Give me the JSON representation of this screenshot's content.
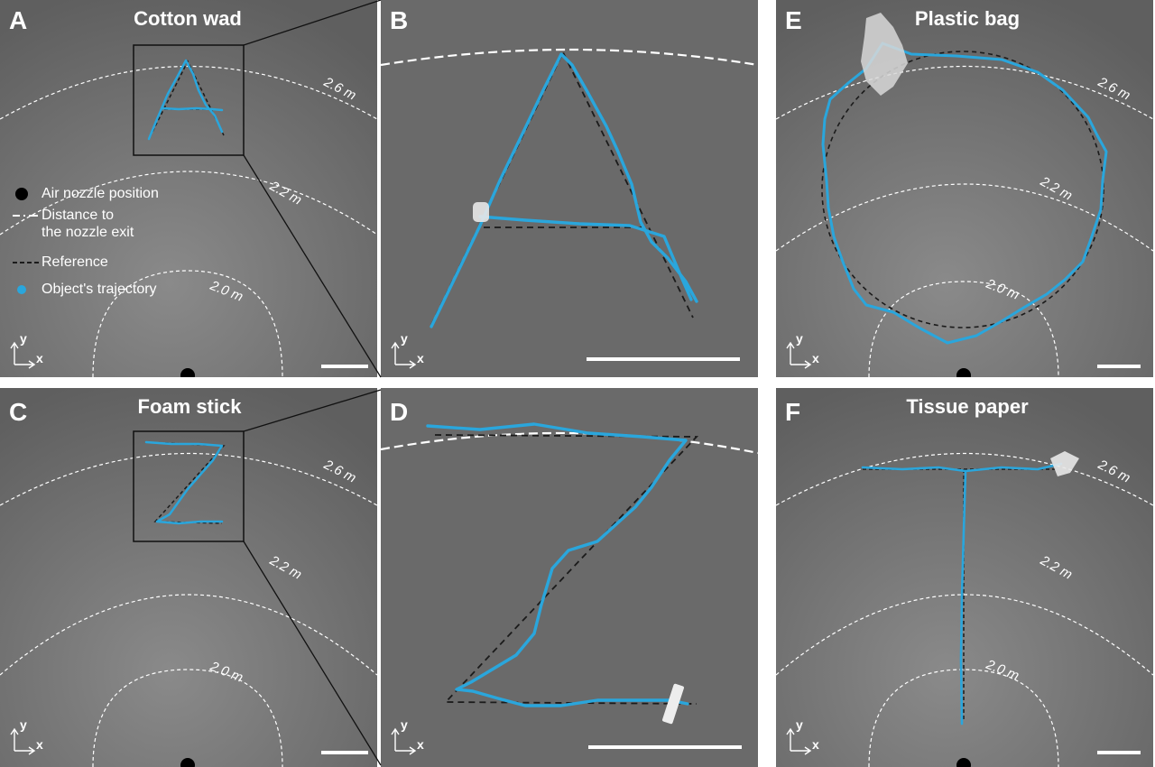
{
  "figure": {
    "colors": {
      "trajectory": "#2aa6dc",
      "reference": "#1b1b1b",
      "nozzle": "#000000",
      "distance_line": "#ffffff",
      "background": "#6e6e6e"
    },
    "axes_labels": {
      "x": "x",
      "y": "y"
    },
    "legend": {
      "nozzle": "Air nozzle position",
      "distance_line1": "Distance to",
      "distance_line2": "the nozzle exit",
      "reference": "Reference",
      "trajectory": "Object's trajectory"
    },
    "panels": {
      "A": {
        "letter": "A",
        "title": "Cotton wad",
        "distances": [
          "2.6 m",
          "2.2 m",
          "2.0 m"
        ]
      },
      "B": {
        "letter": "B"
      },
      "C": {
        "letter": "C",
        "title": "Foam stick",
        "distances": [
          "2.6 m",
          "2.2 m",
          "2.0 m"
        ]
      },
      "D": {
        "letter": "D"
      },
      "E": {
        "letter": "E",
        "title": "Plastic bag",
        "distances": [
          "2.6 m",
          "2.2 m",
          "2.0 m"
        ]
      },
      "F": {
        "letter": "F",
        "title": "Tissue paper",
        "distances": [
          "2.6 m",
          "2.2 m",
          "2.0 m"
        ]
      }
    }
  }
}
